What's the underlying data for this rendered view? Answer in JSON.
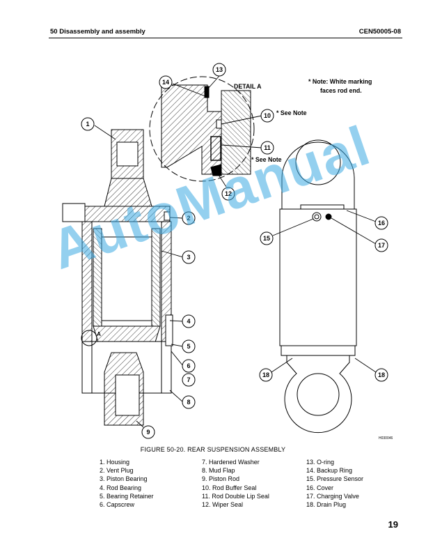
{
  "header": {
    "section_title": "50 Disassembly and assembly",
    "doc_code": "CEN50005-08"
  },
  "figure": {
    "caption": "FIGURE 50-20. REAR SUSPENSION ASSEMBLY",
    "code": "H030046",
    "detail_label": "DETAIL A",
    "detail_marker": "A",
    "note_white_marking_line1": "* Note: White marking",
    "note_white_marking_line2": "faces rod end.",
    "see_note_1": "* See Note",
    "see_note_2": "* See Note",
    "callouts": [
      "1",
      "2",
      "3",
      "4",
      "5",
      "6",
      "7",
      "8",
      "9",
      "10",
      "11",
      "12",
      "13",
      "14",
      "15",
      "16",
      "17",
      "18",
      "18"
    ]
  },
  "legend": {
    "col1": [
      "1. Housing",
      "2. Vent Plug",
      "3. Piston Bearing",
      "4. Rod Bearing",
      "5. Bearing Retainer",
      "6. Capscrew"
    ],
    "col2": [
      "7. Hardened Washer",
      "8. Mud Flap",
      "9. Piston Rod",
      "10. Rod Buffer Seal",
      "11. Rod Double Lip Seal",
      "12. Wiper Seal"
    ],
    "col3": [
      "13. O-ring",
      "14. Backup Ring",
      "15. Pressure Sensor",
      "16. Cover",
      "17. Charging Valve",
      "18. Drain Plug"
    ]
  },
  "watermark": "AutoManual",
  "page_number": "19"
}
